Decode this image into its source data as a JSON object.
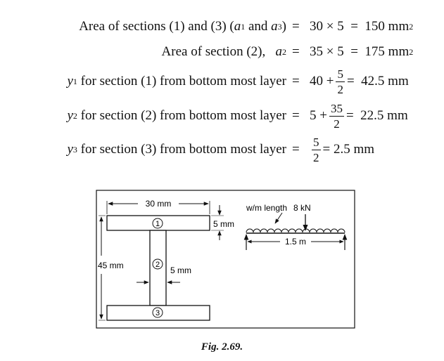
{
  "equations": [
    {
      "lhs_pre": "Area of sections (1) and (3) (",
      "lhs_var1": "a",
      "lhs_sub1": "1",
      "lhs_mid": " and ",
      "lhs_var2": "a",
      "lhs_sub2": "3",
      "lhs_post": ")",
      "eq": "=",
      "rhs": "30 × 5  =  150 mm",
      "rhs_sup": "2"
    },
    {
      "lhs_pre": "Area of section (2),   ",
      "lhs_var": "a",
      "lhs_sub": "2",
      "eq": "=",
      "rhs": "35 × 5  =  175 mm",
      "rhs_sup": "2"
    },
    {
      "var": "y",
      "sub": "1",
      "lhs_text": " for section (1) from bottom most layer",
      "eq": "=",
      "rhs_pre": "40 +",
      "frac_num": "5",
      "frac_den": "2",
      "rhs_post": "=  42.5 mm"
    },
    {
      "var": "y",
      "sub": "2",
      "lhs_text": " for section (2) from bottom most layer",
      "eq": "=",
      "rhs_pre": "5 +",
      "frac_num": "35",
      "frac_den": "2",
      "rhs_post": "=  22.5 mm"
    },
    {
      "var": "y",
      "sub": "3",
      "lhs_text": " for section (3) from bottom most layer",
      "eq": "=",
      "frac_num": "5",
      "frac_den": "2",
      "rhs_post": "= 2.5 mm"
    }
  ],
  "figure": {
    "top_width": "30 mm",
    "flange_thickness": "5 mm",
    "web_thickness": "5 mm",
    "total_depth": "45 mm",
    "section1": "1",
    "section2": "2",
    "section3": "3",
    "beam_load_label": "w/m length",
    "point_load": "8 kN",
    "span": "1.5 m"
  },
  "caption": "Fig. 2.69."
}
